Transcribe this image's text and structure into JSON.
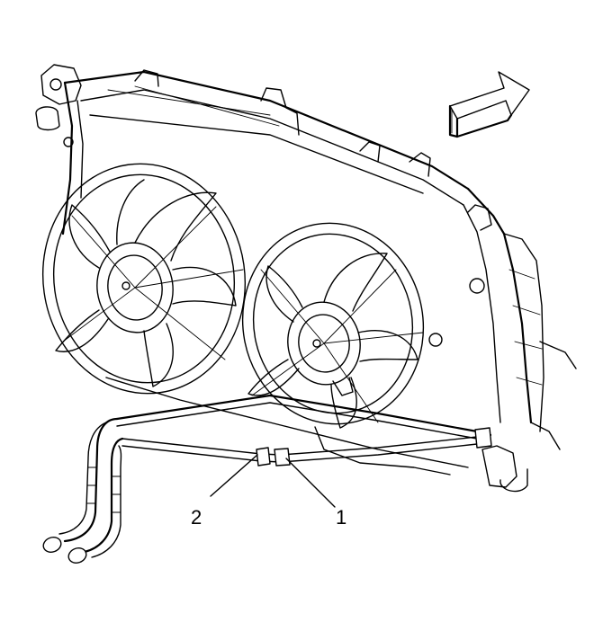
{
  "callouts": [
    {
      "id": "1",
      "label": "1"
    },
    {
      "id": "2",
      "label": "2"
    }
  ],
  "icons": {
    "direction_arrow": "forward-arrow-icon"
  },
  "colors": {
    "line": "#000000",
    "background": "#ffffff"
  }
}
